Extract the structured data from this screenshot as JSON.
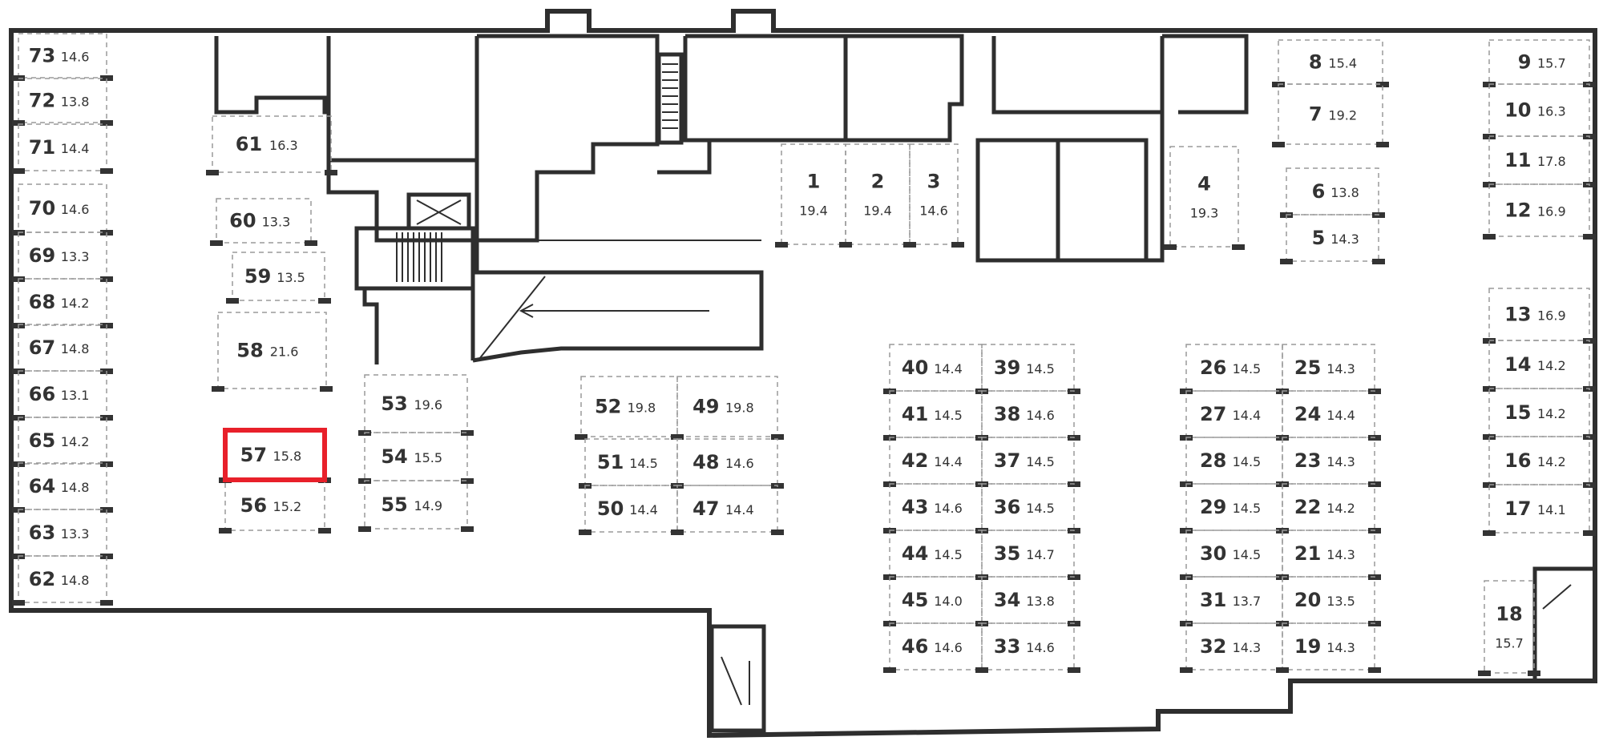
{
  "colors": {
    "highlight": "#e8202a",
    "wall": "#2e2e2e",
    "text": "#333333",
    "dash": "#9a9a9a"
  },
  "highlighted_spot": "57",
  "spots": [
    {
      "num": "73",
      "area": "14.6"
    },
    {
      "num": "72",
      "area": "13.8"
    },
    {
      "num": "71",
      "area": "14.4"
    },
    {
      "num": "70",
      "area": "14.6"
    },
    {
      "num": "69",
      "area": "13.3"
    },
    {
      "num": "68",
      "area": "14.2"
    },
    {
      "num": "67",
      "area": "14.8"
    },
    {
      "num": "66",
      "area": "13.1"
    },
    {
      "num": "65",
      "area": "14.2"
    },
    {
      "num": "64",
      "area": "14.8"
    },
    {
      "num": "63",
      "area": "13.3"
    },
    {
      "num": "62",
      "area": "14.8"
    },
    {
      "num": "61",
      "area": "16.3"
    },
    {
      "num": "60",
      "area": "13.3"
    },
    {
      "num": "59",
      "area": "13.5"
    },
    {
      "num": "58",
      "area": "21.6"
    },
    {
      "num": "57",
      "area": "15.8"
    },
    {
      "num": "56",
      "area": "15.2"
    },
    {
      "num": "53",
      "area": "19.6"
    },
    {
      "num": "54",
      "area": "15.5"
    },
    {
      "num": "55",
      "area": "14.9"
    },
    {
      "num": "52",
      "area": "19.8"
    },
    {
      "num": "49",
      "area": "19.8"
    },
    {
      "num": "51",
      "area": "14.5"
    },
    {
      "num": "48",
      "area": "14.6"
    },
    {
      "num": "50",
      "area": "14.4"
    },
    {
      "num": "47",
      "area": "14.4"
    },
    {
      "num": "1",
      "area": "19.4"
    },
    {
      "num": "2",
      "area": "19.4"
    },
    {
      "num": "3",
      "area": "14.6"
    },
    {
      "num": "4",
      "area": "19.3"
    },
    {
      "num": "8",
      "area": "15.4"
    },
    {
      "num": "7",
      "area": "19.2"
    },
    {
      "num": "6",
      "area": "13.8"
    },
    {
      "num": "5",
      "area": "14.3"
    },
    {
      "num": "9",
      "area": "15.7"
    },
    {
      "num": "10",
      "area": "16.3"
    },
    {
      "num": "11",
      "area": "17.8"
    },
    {
      "num": "12",
      "area": "16.9"
    },
    {
      "num": "13",
      "area": "16.9"
    },
    {
      "num": "14",
      "area": "14.2"
    },
    {
      "num": "15",
      "area": "14.2"
    },
    {
      "num": "16",
      "area": "14.2"
    },
    {
      "num": "17",
      "area": "14.1"
    },
    {
      "num": "18",
      "area": "15.7"
    },
    {
      "num": "40",
      "area": "14.4"
    },
    {
      "num": "39",
      "area": "14.5"
    },
    {
      "num": "41",
      "area": "14.5"
    },
    {
      "num": "38",
      "area": "14.6"
    },
    {
      "num": "42",
      "area": "14.4"
    },
    {
      "num": "37",
      "area": "14.5"
    },
    {
      "num": "43",
      "area": "14.6"
    },
    {
      "num": "36",
      "area": "14.5"
    },
    {
      "num": "44",
      "area": "14.5"
    },
    {
      "num": "35",
      "area": "14.7"
    },
    {
      "num": "45",
      "area": "14.0"
    },
    {
      "num": "34",
      "area": "13.8"
    },
    {
      "num": "46",
      "area": "14.6"
    },
    {
      "num": "33",
      "area": "14.6"
    },
    {
      "num": "26",
      "area": "14.5"
    },
    {
      "num": "25",
      "area": "14.3"
    },
    {
      "num": "27",
      "area": "14.4"
    },
    {
      "num": "24",
      "area": "14.4"
    },
    {
      "num": "28",
      "area": "14.5"
    },
    {
      "num": "23",
      "area": "14.3"
    },
    {
      "num": "29",
      "area": "14.5"
    },
    {
      "num": "22",
      "area": "14.2"
    },
    {
      "num": "30",
      "area": "14.5"
    },
    {
      "num": "21",
      "area": "14.3"
    },
    {
      "num": "31",
      "area": "13.7"
    },
    {
      "num": "20",
      "area": "13.5"
    },
    {
      "num": "32",
      "area": "14.3"
    },
    {
      "num": "19",
      "area": "14.3"
    }
  ]
}
